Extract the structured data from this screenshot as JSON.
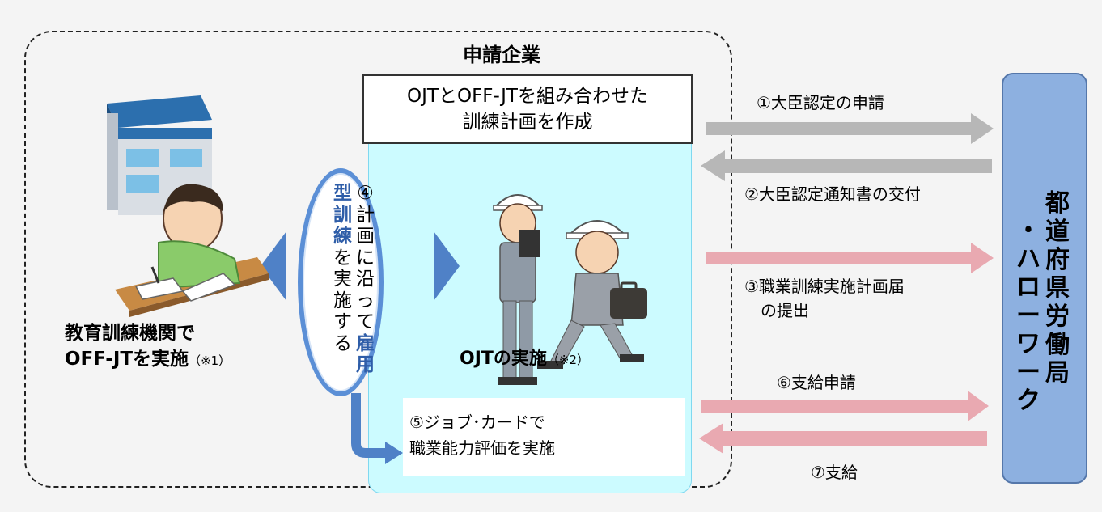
{
  "company": {
    "title": "申請企業"
  },
  "plan": {
    "line1": "OJTとOFF-JTを組み合わせた",
    "line2": "訓練計画を作成"
  },
  "oval": {
    "col_right_chars": [
      "④",
      "計",
      "画",
      "に",
      "沿",
      "っ",
      "て",
      "雇",
      "用"
    ],
    "col_left_chars": [
      "型",
      "訓",
      "練",
      "を",
      "実",
      "施",
      "す",
      "る"
    ]
  },
  "offjt": {
    "line1": "教育訓練機関で",
    "line2": "OFF-JTを実施",
    "note": "（※1）"
  },
  "ojt": {
    "label": "OJTの実施",
    "note": "（※2）"
  },
  "evaluation": {
    "line1": "⑤ジョブ･カードで",
    "line2": "職業能力評価を実施"
  },
  "steps": {
    "s1": "①大臣認定の申請",
    "s2": "②大臣認定通知書の交付",
    "s3_line1": "③職業訓練実施計画届",
    "s3_line2": "の提出",
    "s6": "⑥支給申請",
    "s7": "⑦支給"
  },
  "hello_work": {
    "col_right_chars": [
      "都",
      "道",
      "府",
      "県",
      "労",
      "働",
      "局"
    ],
    "col_left_chars": [
      "・",
      "ハ",
      "ロ",
      "ー",
      "ワ",
      "ー",
      "ク"
    ]
  },
  "colors": {
    "gray_arrow": "#b7b7b7",
    "pink_arrow": "#e9a9b1",
    "blue_arrow": "#4f81c7",
    "hello_work_fill": "#8db0e0",
    "panel_fill": "#ccfbff"
  }
}
